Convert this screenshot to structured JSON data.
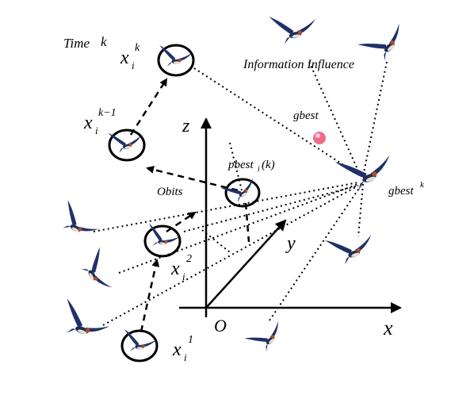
{
  "labels": {
    "time": "Time",
    "time_var": "k",
    "x": "x",
    "sub_i": "i",
    "sup_k": "k",
    "sup_k_minus_1": "k−1",
    "sup_2": "2",
    "sup_1": "1",
    "information_influence": "Information  Influence",
    "gbest": "gbest",
    "gbest_base": "gbest",
    "gbest_sup": "k",
    "pbest": "pbest",
    "pbest_arg": "(k)",
    "obits": "Obits",
    "axis_x": "x",
    "axis_y": "y",
    "axis_z": "z",
    "origin": "O"
  },
  "colors": {
    "bird_body": "#1d2c5a",
    "bird_wing": "#1f3168",
    "bird_belly": "#e8e0c8",
    "gbest_dot": "#f06b8a"
  },
  "icons": {
    "bird": "swallow-icon",
    "gbest_marker": "pink-sphere-icon"
  }
}
